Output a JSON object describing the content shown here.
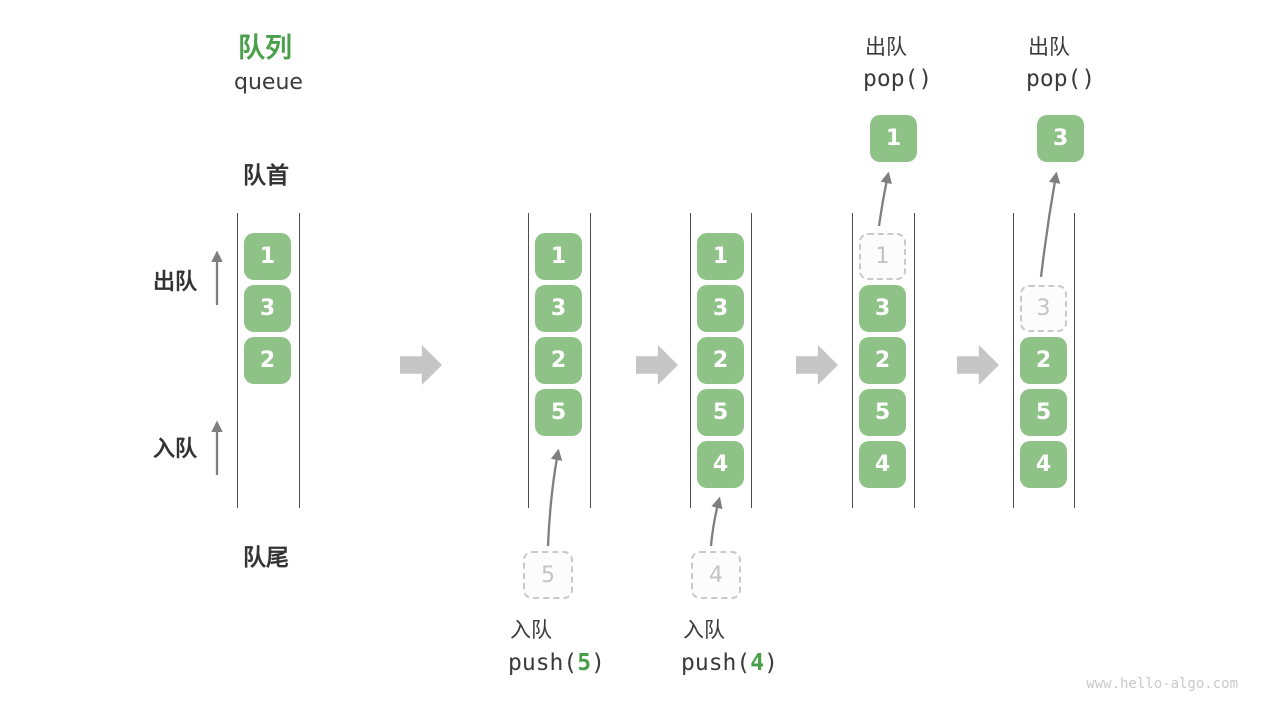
{
  "title": {
    "zh": "队列",
    "en": "queue"
  },
  "side_labels": {
    "front": "队首",
    "rear": "队尾",
    "dequeue": "出队",
    "enqueue": "入队"
  },
  "states": [
    {
      "slots": [
        {
          "v": "1"
        },
        {
          "v": "3"
        },
        {
          "v": "2"
        }
      ]
    },
    {
      "slots": [
        {
          "v": "1"
        },
        {
          "v": "3"
        },
        {
          "v": "2"
        },
        {
          "v": "5"
        }
      ]
    },
    {
      "slots": [
        {
          "v": "1"
        },
        {
          "v": "3"
        },
        {
          "v": "2"
        },
        {
          "v": "5"
        },
        {
          "v": "4"
        }
      ]
    },
    {
      "slots": [
        {
          "v": "1",
          "removed": true
        },
        {
          "v": "3"
        },
        {
          "v": "2"
        },
        {
          "v": "5"
        },
        {
          "v": "4"
        }
      ]
    },
    {
      "slots": [
        {
          "v": "3",
          "removed": true
        },
        {
          "v": "2"
        },
        {
          "v": "5"
        },
        {
          "v": "4"
        }
      ]
    }
  ],
  "operations": {
    "push_5": {
      "label": "入队",
      "code_pre": "push(",
      "arg": "5",
      "code_post": ")",
      "staged_value": "5"
    },
    "push_4": {
      "label": "入队",
      "code_pre": "push(",
      "arg": "4",
      "code_post": ")",
      "staged_value": "4"
    },
    "pop_1": {
      "label": "出队",
      "code": "pop()",
      "popped_value": "1"
    },
    "pop_3": {
      "label": "出队",
      "code": "pop()",
      "popped_value": "3"
    }
  },
  "watermark": "www.hello-algo.com",
  "colors": {
    "green_box": "#8FC287",
    "green_accent": "#4AA04A",
    "text_dark": "#3B3B3B",
    "wall": "#4D4D4D",
    "gray_arrow": "#C5C5C5",
    "thin_arrow": "#7F7F7F",
    "dash_border": "#C9C9C9",
    "dash_text": "#C3C3C3",
    "watermark_gray": "#C9C9C9"
  }
}
